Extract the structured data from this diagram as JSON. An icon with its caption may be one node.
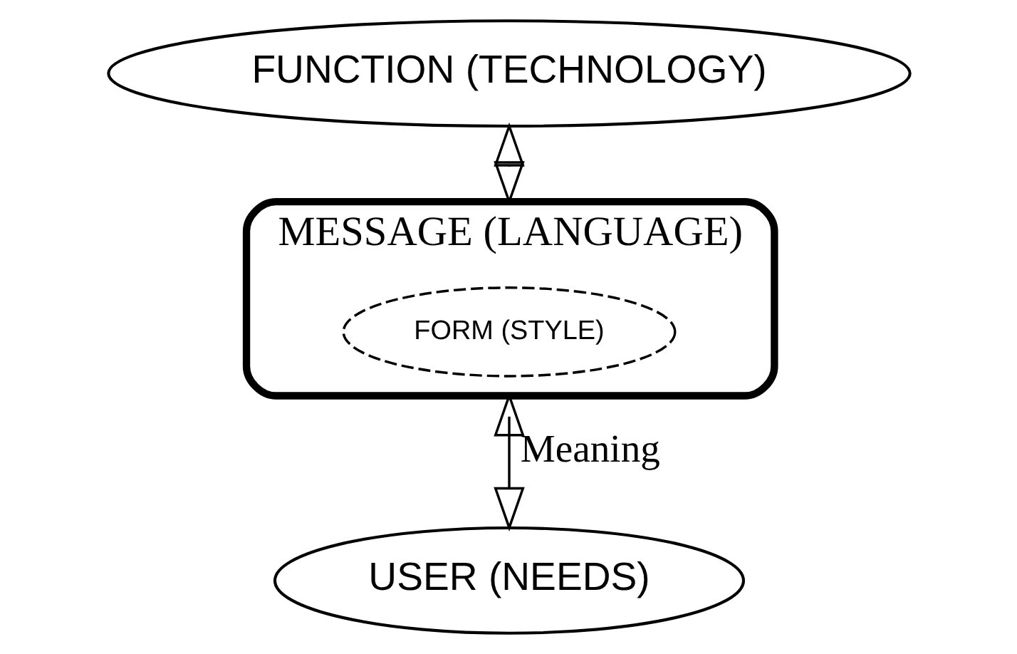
{
  "diagram": {
    "nodes": [
      {
        "text": [
          "FUNCTION (TECHNOLOGY)"
        ]
      },
      {
        "text": [
          "USER (NEEDS)"
        ]
      },
      {
        "text": [
          "MESSAGE (LANGUAGE)"
        ]
      },
      {
        "text": [
          "FORM (STYLE)"
        ],
        "in": 2
      }
    ],
    "edges": [
      {
        "from": 0,
        "to": 2,
        "arrow": "both"
      },
      {
        "from": 2,
        "to": 1,
        "arrow": "both",
        "label": "Meaning"
      }
    ]
  }
}
